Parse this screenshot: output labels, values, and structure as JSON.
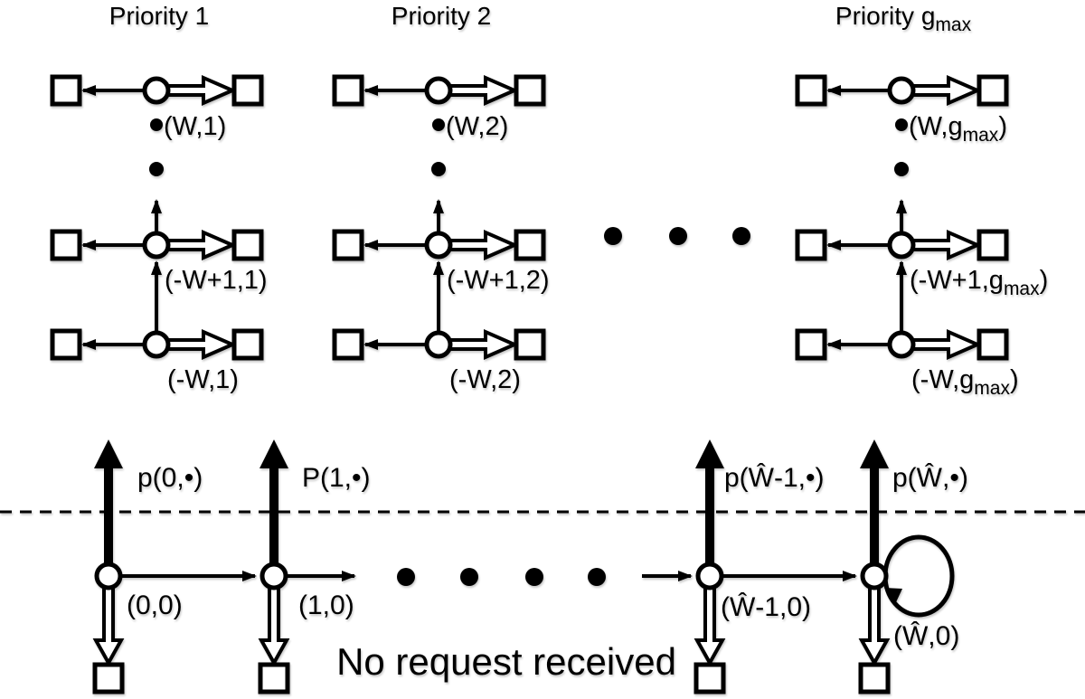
{
  "figure": {
    "background": "#ffffff",
    "ink": "#000000",
    "columns": [
      {
        "title": {
          "main": "Priority 1",
          "sub": ""
        },
        "top": {
          "pre": "(W,1)",
          "sub": "",
          "post": ""
        },
        "mid": {
          "pre": "(-W+1,1)",
          "sub": "",
          "post": ""
        },
        "bottom": {
          "pre": "(-W,1)",
          "sub": "",
          "post": ""
        }
      },
      {
        "title": {
          "main": "Priority 2",
          "sub": ""
        },
        "top": {
          "pre": "(W,2)",
          "sub": "",
          "post": ""
        },
        "mid": {
          "pre": "(-W+1,2)",
          "sub": "",
          "post": ""
        },
        "bottom": {
          "pre": "(-W,2)",
          "sub": "",
          "post": ""
        }
      },
      {
        "title": {
          "main": "Priority g",
          "sub": "max"
        },
        "top": {
          "pre": "(W,g",
          "sub": "max",
          "post": ")"
        },
        "mid": {
          "pre": "(-W+1,g",
          "sub": "max",
          "post": ")"
        },
        "bottom": {
          "pre": "(-W,g",
          "sub": "max",
          "post": ")"
        }
      }
    ],
    "bottom": {
      "states": [
        {
          "label": "(0,0)",
          "rate": "p(0,•)"
        },
        {
          "label": "(1,0)",
          "rate": "P(1,•)"
        },
        {
          "label": "(Ŵ-1,0)",
          "rate": "p(Ŵ-1,•)"
        },
        {
          "label": "(Ŵ,0)",
          "rate": "p(Ŵ,•)"
        }
      ],
      "caption": "No request received"
    }
  }
}
